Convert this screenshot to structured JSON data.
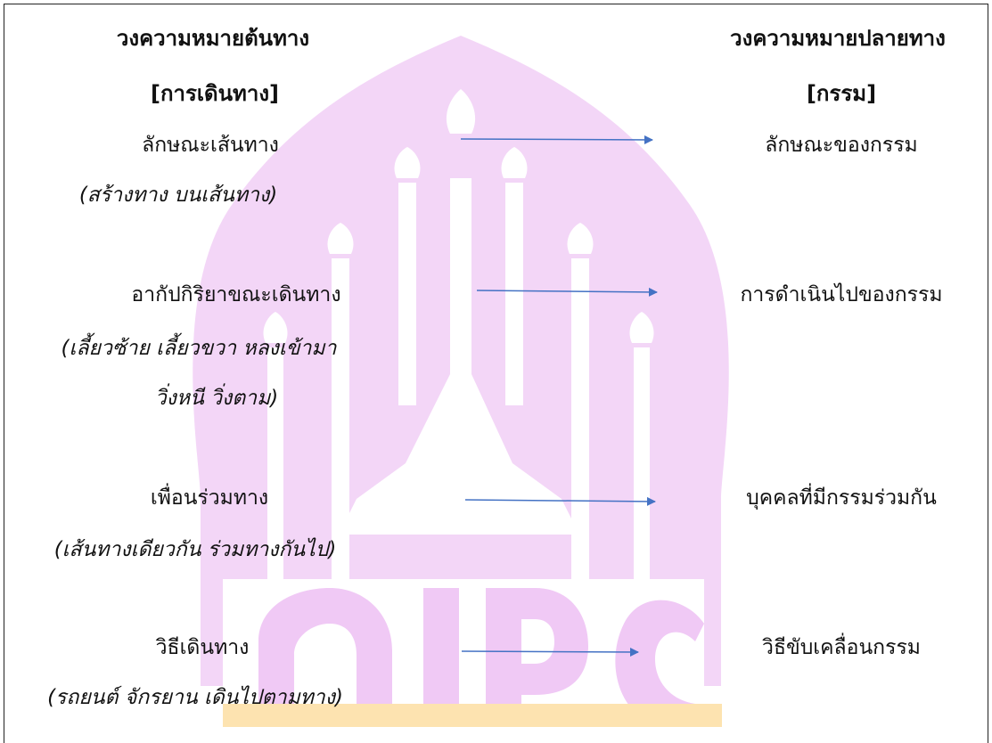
{
  "source": {
    "heading": "วงความหมายต้นทาง",
    "subheading": "[การเดินทาง]",
    "items": [
      {
        "main": "ลักษณะเส้นทาง",
        "example": [
          "(สร้างทาง บนเส้นทาง)"
        ]
      },
      {
        "main": "อากัปกิริยาขณะเดินทาง",
        "example": [
          "(เลี้ยวซ้าย เลี้ยวขวา หลงเข้ามา",
          "วิ่งหนี วิ่งตาม)"
        ]
      },
      {
        "main": "เพื่อนร่วมทาง",
        "example": [
          "(เส้นทางเดียวกัน ร่วมทางกันไป)"
        ]
      },
      {
        "main": "วิธีเดินทาง",
        "example": [
          "(รถยนต์ จักรยาน เดินไปตามทาง)"
        ]
      }
    ]
  },
  "target": {
    "heading": "วงความหมายปลายทาง",
    "subheading": "[กรรม]",
    "items": [
      {
        "main": "ลักษณะของกรรม"
      },
      {
        "main": "การดำเนินไปของกรรม"
      },
      {
        "main": "บุคคลที่มีกรรมร่วมกัน"
      },
      {
        "main": "วิธีขับเคลื่อนกรรม"
      }
    ]
  },
  "colors": {
    "arrow": "#4472c4",
    "watermark_pink": "#f2d3f6",
    "watermark_gold": "#fde9c4"
  }
}
